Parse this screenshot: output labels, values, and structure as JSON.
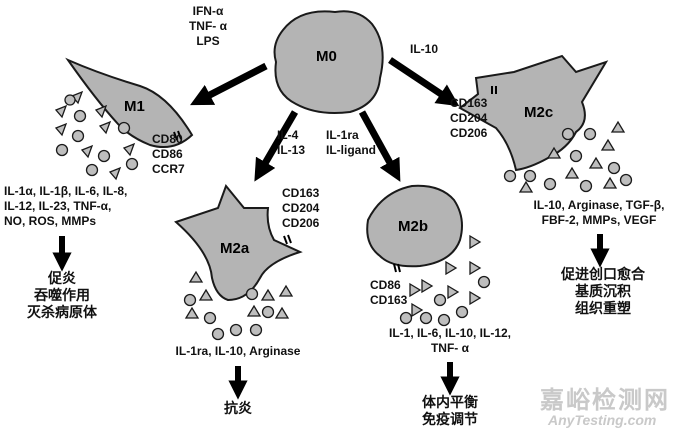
{
  "cells": {
    "m0": "M0",
    "m1": "M1",
    "m2a": "M2a",
    "m2b": "M2b",
    "m2c": "M2c"
  },
  "stimuli": {
    "m1": [
      "IFN-α",
      "TNF- α",
      "LPS"
    ],
    "m2a": [
      "IL-4",
      "IL-13"
    ],
    "m2b": [
      "IL-1ra",
      "IL-ligand"
    ],
    "m2c": [
      "IL-10"
    ]
  },
  "markers": {
    "m1": [
      "CD80",
      "CD86",
      "CCR7"
    ],
    "m2a": [
      "CD163",
      "CD204",
      "CD206"
    ],
    "m2b": [
      "CD86",
      "CD163"
    ],
    "m2c": [
      "CD163",
      "CD204",
      "CD206"
    ]
  },
  "secretions": {
    "m1": [
      "IL-1α, IL-1β, IL-6, IL-8,",
      "IL-12, IL-23, TNF-α,",
      "NO, ROS, MMPs"
    ],
    "m2a": [
      "IL-1ra, IL-10, Arginase"
    ],
    "m2b": [
      "IL-1, IL-6, IL-10, IL-12,",
      "TNF- α"
    ],
    "m2c": [
      "IL-10, Arginase, TGF-β,",
      "FBF-2, MMPs, VEGF"
    ]
  },
  "functions": {
    "m1": [
      "促炎",
      "吞噬作用",
      "灭杀病原体"
    ],
    "m2a": [
      "抗炎"
    ],
    "m2b": [
      "体内平衡",
      "免疫调节"
    ],
    "m2c": [
      "促进创口愈合",
      "基质沉积",
      "组织重塑"
    ]
  },
  "watermark": {
    "cn": "嘉峪检测网",
    "en": "AnyTesting.com"
  },
  "colors": {
    "cell_fill": "#b4b4b4",
    "particle_fill": "#bebebe",
    "outline": "#1a1a1a",
    "arrow": "#000000"
  }
}
